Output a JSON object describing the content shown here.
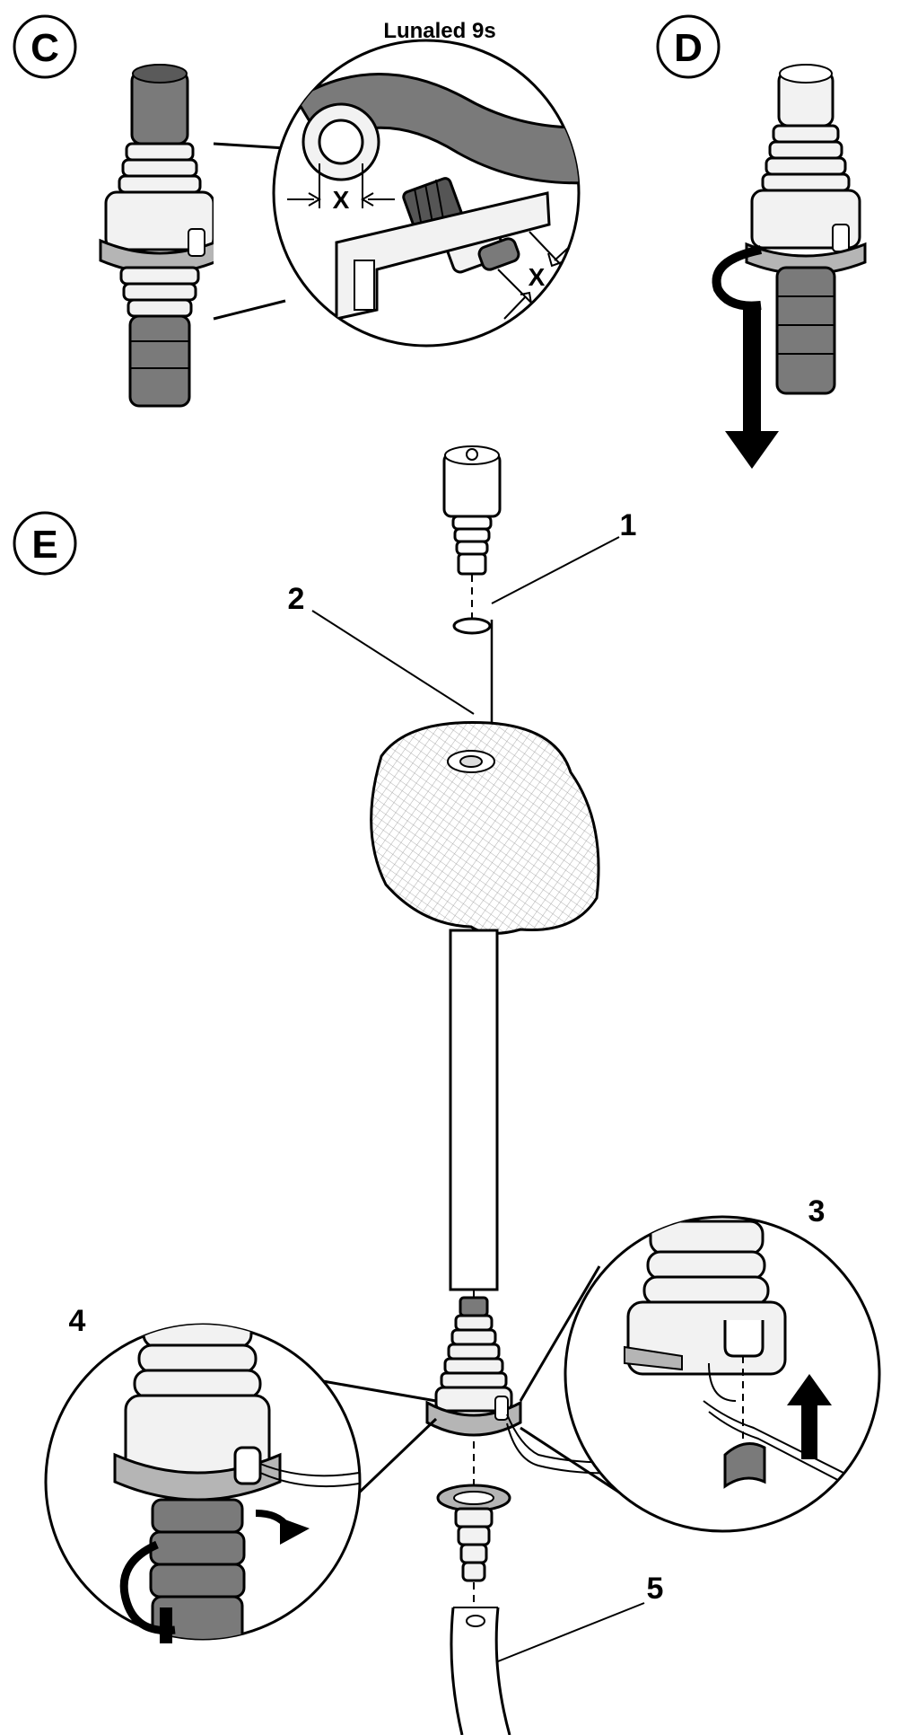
{
  "steps": {
    "c": "C",
    "d": "D",
    "e": "E"
  },
  "detail_c": {
    "caption": "Lunaled 9s",
    "dim_a": "X",
    "dim_b": "X"
  },
  "callouts": {
    "n1": "1",
    "n2": "2",
    "n3": "3",
    "n4": "4",
    "n5": "5"
  },
  "colors": {
    "outline": "#000000",
    "light_part": "#f2f2f2",
    "dark_part": "#7a7a7a",
    "mid_part": "#b5b5b5",
    "background": "#ffffff"
  },
  "icons": {
    "step_badge": "circled-letter",
    "rotate": "rotate-arrow-icon",
    "down": "down-arrow-icon",
    "up": "up-arrow-icon",
    "right": "right-arrow-icon"
  }
}
